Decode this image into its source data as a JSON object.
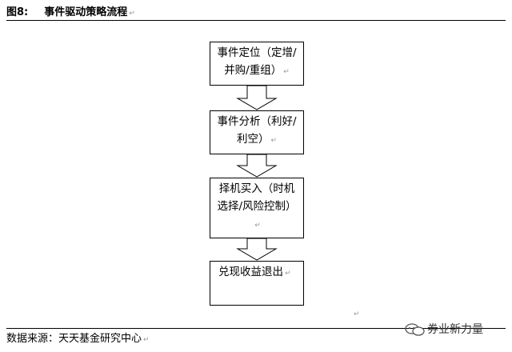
{
  "header": {
    "figure_label": "图8:",
    "figure_title": "事件驱动策略流程"
  },
  "flow": {
    "steps": [
      {
        "text": "事件定位（定增/并购/重组）"
      },
      {
        "text": "事件分析（利好/利空）"
      },
      {
        "text": "择机买入（时机选择/风险控制）"
      },
      {
        "text": "兑现收益退出"
      }
    ]
  },
  "footer": {
    "source": "数据来源：天天基金研究中心"
  },
  "watermark": {
    "text": "券业新力量"
  },
  "colors": {
    "line": "#000000",
    "background": "#ffffff",
    "mark": "#999999"
  },
  "icons": {
    "watermark": "wechat-chat-icon",
    "paragraph_mark": "return-arrow-icon"
  }
}
